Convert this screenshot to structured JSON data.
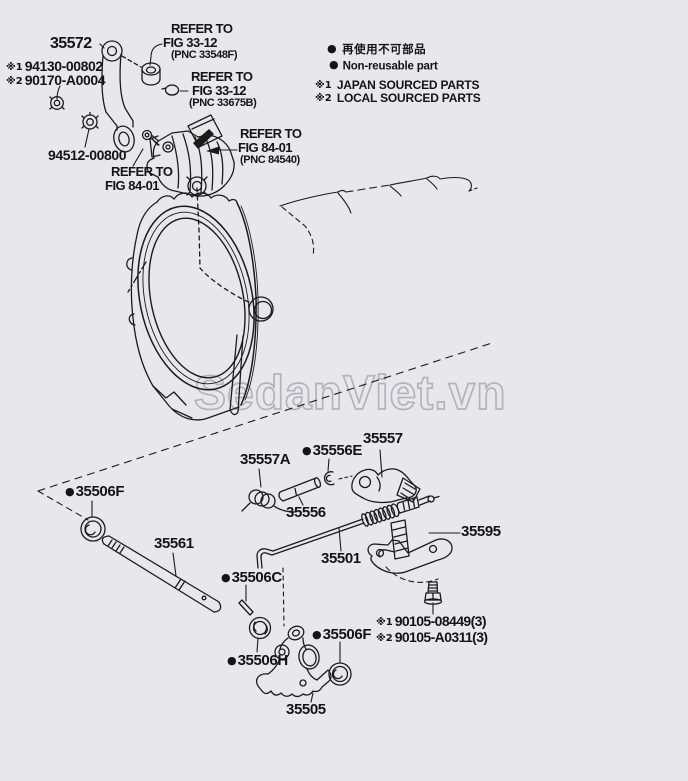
{
  "colors": {
    "background": "#e8e8ec",
    "line": "#1b1b1b",
    "watermark_stroke": "#b3b3bc",
    "text": "#141414"
  },
  "watermark": "SedanViet.vn",
  "legend": {
    "bullet": "●",
    "reuse_jp": "再使用不可部品",
    "reuse_en": "Non-reusable part",
    "note1_prefix": "※1",
    "note1": "JAPAN SOURCED PARTS",
    "note2_prefix": "※2",
    "note2": "LOCAL SOURCED PARTS"
  },
  "references": {
    "fig3312_top": {
      "line1": "REFER TO",
      "line2": "FIG 33-12",
      "pnc": "(PNC 33548F)"
    },
    "fig3312_mid": {
      "line1": "REFER TO",
      "line2": "FIG 33-12",
      "pnc": "(PNC 33675B)"
    },
    "fig8401_right": {
      "line1": "REFER TO",
      "line2": "FIG 84-01",
      "pnc": "(PNC 84540)"
    },
    "fig8401_left": {
      "line1": "REFER TO",
      "line2": "FIG 84-01"
    }
  },
  "part_labels": {
    "p35572": "35572",
    "p94130_prefix": "※1",
    "p94130": "94130-00802",
    "p90170_prefix": "※2",
    "p90170": "90170-A0004",
    "p94512": "94512-00800",
    "p35557A": "35557A",
    "p35556E_bullet": "●",
    "p35556E": "35556E",
    "p35557": "35557",
    "p35556": "35556",
    "p35506F_left_bullet": "●",
    "p35506F_left": "35506F",
    "p35561": "35561",
    "p35501": "35501",
    "p35595": "35595",
    "p35506C_bullet": "●",
    "p35506C": "35506C",
    "p35506F_bottom_bullet": "●",
    "p35506F_bottom": "35506F",
    "p35506H_bullet": "●",
    "p35506H": "35506H",
    "p35505": "35505",
    "p90105_1_prefix": "※1",
    "p90105_1": "90105-08449(3)",
    "p90105_2_prefix": "※2",
    "p90105_2": "90105-A0311(3)"
  }
}
